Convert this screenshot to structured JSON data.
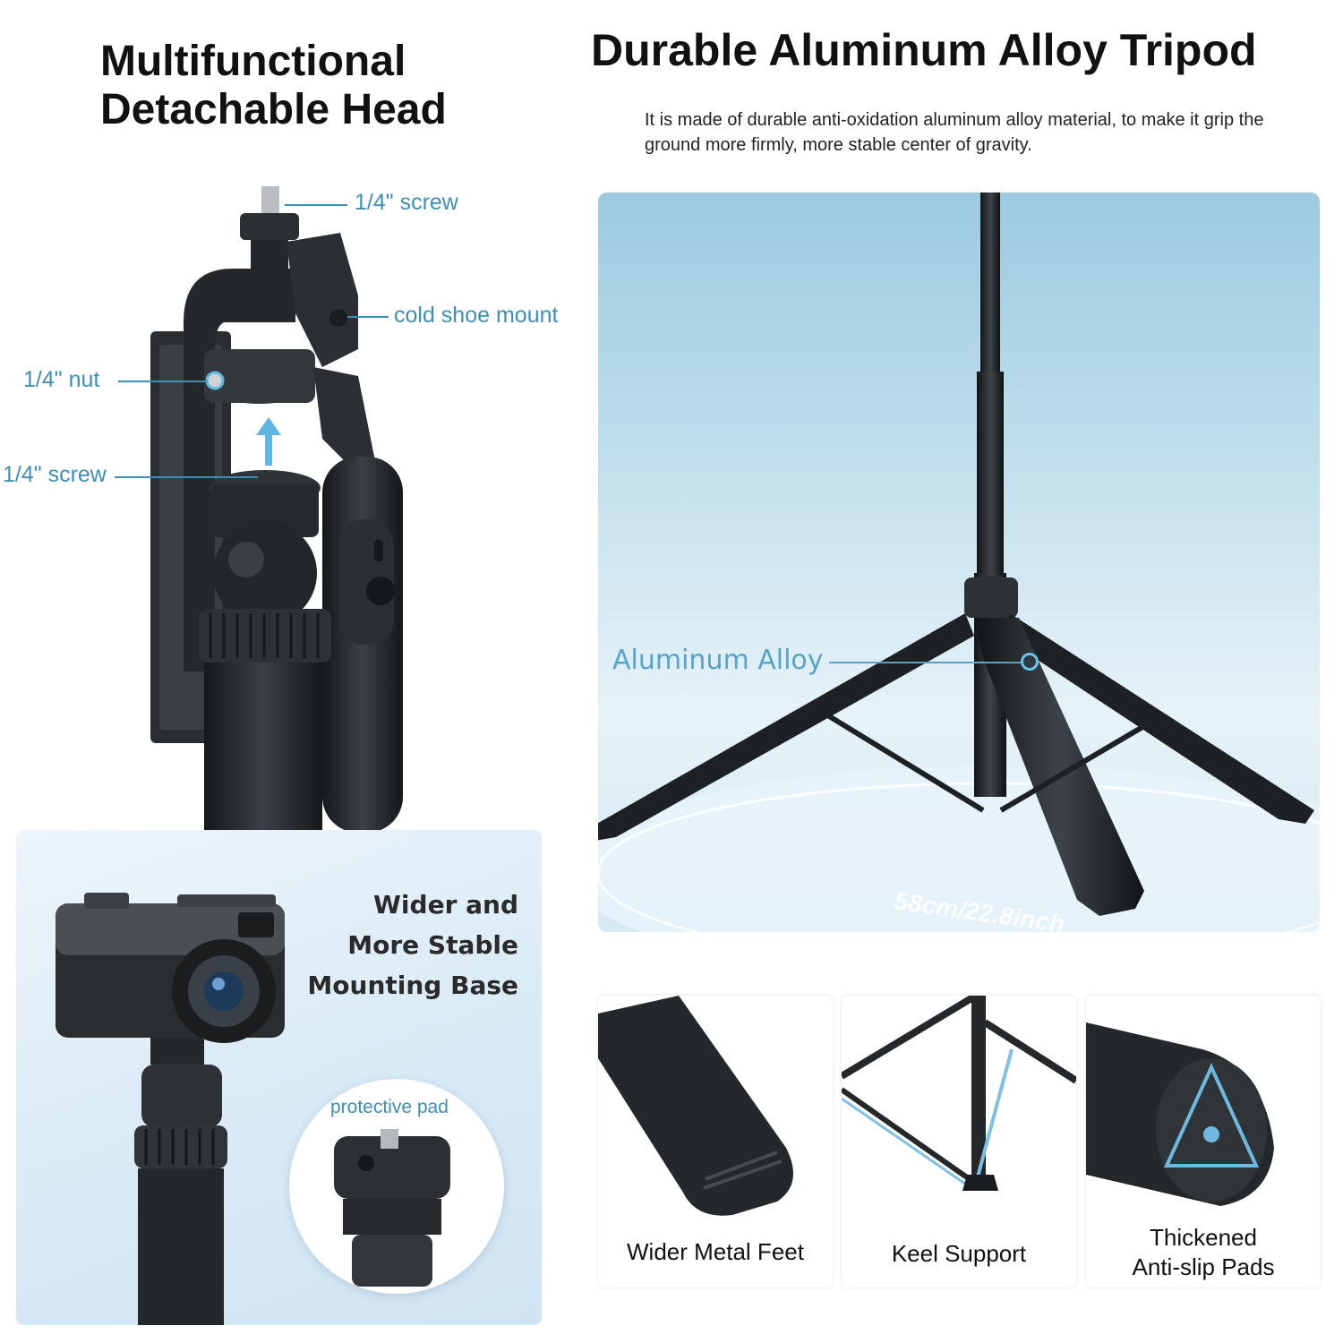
{
  "head": {
    "title_line1": "Multifunctional",
    "title_line2": "Detachable Head",
    "callouts": {
      "screw_top": "1/4\" screw",
      "cold_shoe": "cold shoe mount",
      "nut": "1/4\" nut",
      "screw_bottom": "1/4\" screw"
    }
  },
  "base": {
    "line1": "Wider and",
    "line2": "More Stable",
    "line3": "Mounting Base",
    "pad_label": "protective pad"
  },
  "tripod": {
    "title": "Durable Aluminum Alloy Tripod",
    "description": "It is made of durable anti-oxidation aluminum alloy material, to make it grip the ground more firmly, more stable center of gravity.",
    "material_callout": "Aluminum Alloy",
    "span_label": "58cm/22.8inch"
  },
  "features": [
    {
      "label": "Wider Metal Feet"
    },
    {
      "label": "Keel Support"
    },
    {
      "label_line1": "Thickened",
      "label_line2": "Anti-slip Pads"
    }
  ],
  "colors": {
    "accent": "#3e8fb4",
    "product_black": "#1f2326",
    "panel_blue": "#9ccae0"
  }
}
